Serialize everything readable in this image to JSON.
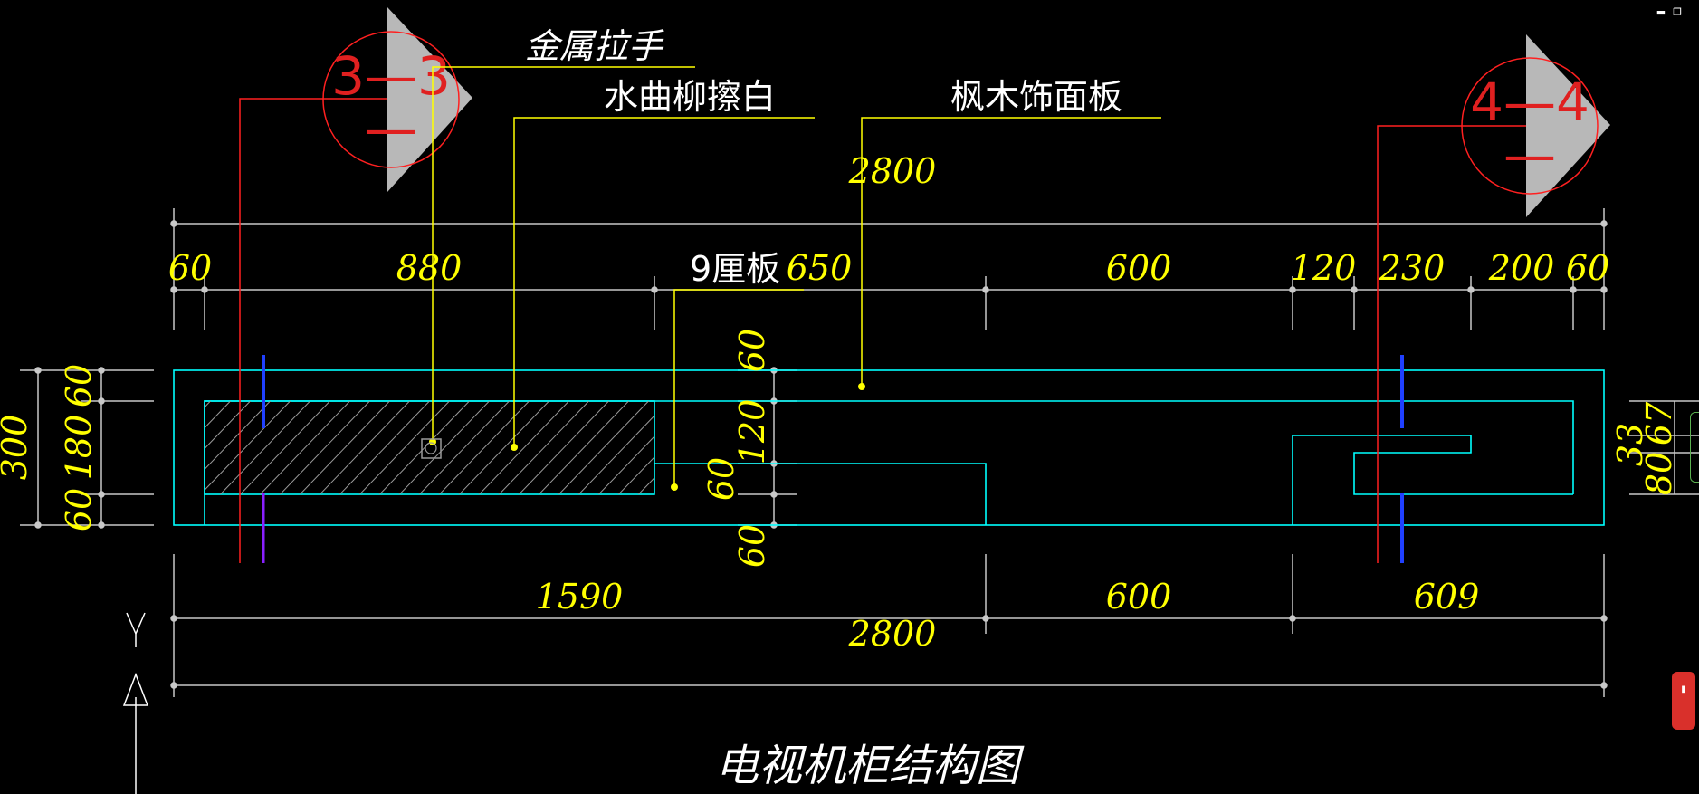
{
  "title": "电视机柜结构图",
  "labels": {
    "metal_handle": "金属拉手",
    "willow_white": "水曲柳擦白",
    "maple_panel": "枫木饰面板",
    "plywood_9": "9厘板"
  },
  "section_marks": {
    "left": {
      "top": "3—3",
      "bottom": "—"
    },
    "right": {
      "top": "4—4",
      "bottom": "—"
    }
  },
  "axis": {
    "y": "Y"
  },
  "dimensions": {
    "top_total": "2800",
    "top_segments": [
      "60",
      "880",
      "650",
      "600",
      "120",
      "230",
      "200",
      "60"
    ],
    "bottom_segments": [
      "1590",
      "600",
      "609"
    ],
    "bottom_total": "2800",
    "left_total": "300",
    "left_segments": [
      "60",
      "180",
      "60"
    ],
    "middle_vertical": [
      "60",
      "120",
      "60",
      "60"
    ],
    "right_vertical": [
      "67",
      "33",
      "80"
    ]
  },
  "colors": {
    "dimension_text": "#ffff00",
    "leader_line": "#ffff00",
    "outline": "#00ffff",
    "section_mark": "#ff2020",
    "dimension_line": "#c8c8c8",
    "background": "#000000"
  },
  "window": {
    "minimize_icon": "minimize-icon",
    "restore_icon": "restore-icon"
  }
}
